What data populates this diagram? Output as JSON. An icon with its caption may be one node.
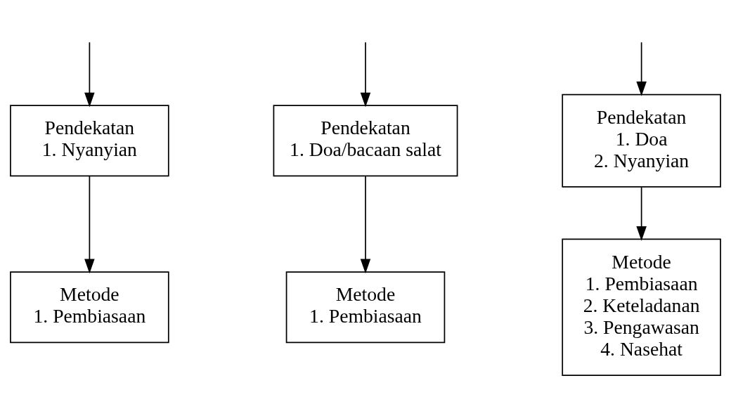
{
  "diagram": {
    "nodes": [
      {
        "text": [
          "Pendekatan",
          "1. Nyanyian"
        ]
      },
      {
        "text": [
          "Pendekatan",
          "1. Doa/bacaan salat"
        ]
      },
      {
        "text": [
          "Pendekatan",
          "1. Doa",
          "2. Nyanyian"
        ]
      },
      {
        "text": [
          "Metode",
          "1. Pembiasaan"
        ]
      },
      {
        "text": [
          "Metode",
          "1. Pembiasaan"
        ]
      },
      {
        "text": [
          "Metode",
          "1. Pembiasaan",
          "2. Keteladanan",
          "3. Pengawasan",
          "4. Nasehat"
        ]
      }
    ],
    "edges": [
      {
        "from": null,
        "to": 0,
        "arrow": "to"
      },
      {
        "from": null,
        "to": 1,
        "arrow": "to"
      },
      {
        "from": null,
        "to": 2,
        "arrow": "to"
      },
      {
        "from": 0,
        "to": 3,
        "arrow": "to"
      },
      {
        "from": 1,
        "to": 4,
        "arrow": "to"
      },
      {
        "from": 2,
        "to": 5,
        "arrow": "to"
      }
    ]
  }
}
